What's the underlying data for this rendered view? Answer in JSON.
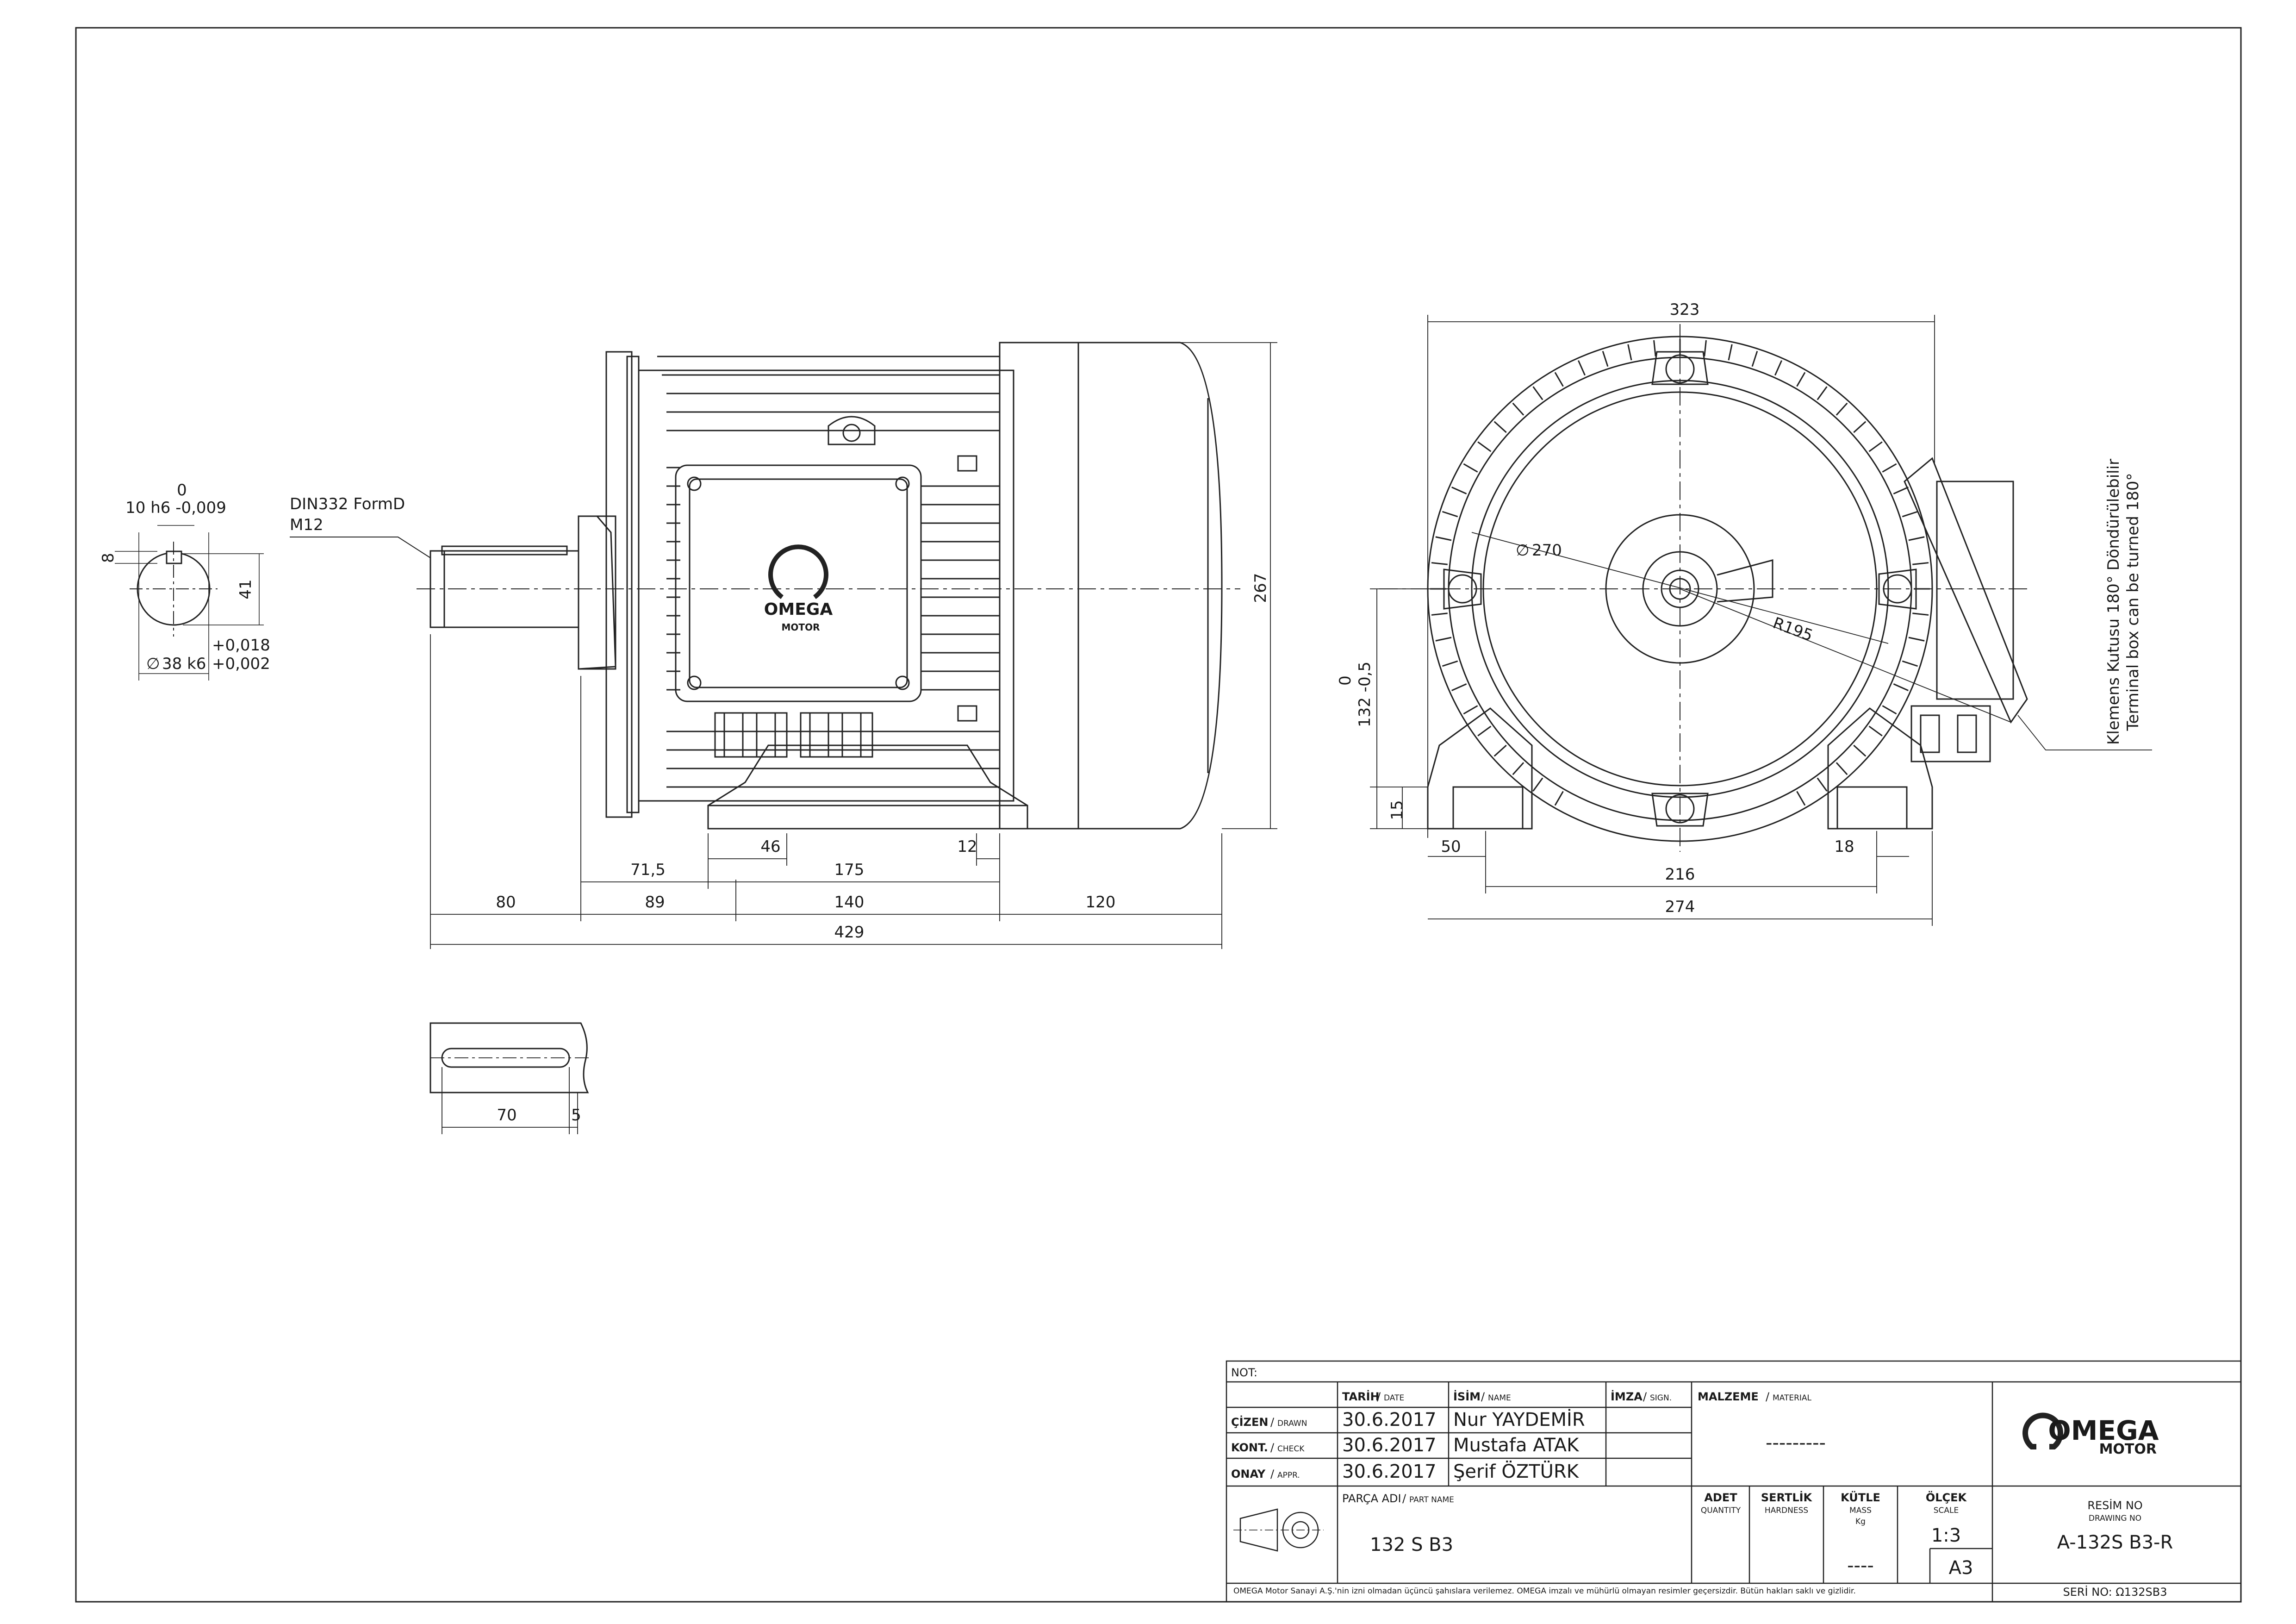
{
  "drawing": {
    "shaft_end": {
      "keyway_tol_top": "0",
      "keyway_tol": "10 h6 -0,009",
      "key_depth": "8",
      "height": "41",
      "dia_tol_upper": "+0,018",
      "dia_tol_lower": "+0,002",
      "diameter": "38 k6"
    },
    "center_hole_note_1": "DIN332 FormD",
    "center_hole_note_2": "M12",
    "side_dims": {
      "height_267": "267",
      "d46": "46",
      "d12": "12",
      "d71_5": "71,5",
      "d175": "175",
      "d80": "80",
      "d89": "89",
      "d140": "140",
      "d120": "120",
      "d429": "429"
    },
    "key_dims": {
      "length": "70",
      "offset": "5"
    },
    "front_dims": {
      "width_323": "323",
      "dia_270": "270",
      "r195": "R195",
      "shaft_height_tol_top": "0",
      "shaft_height": "132 -0,5",
      "foot_15": "15",
      "d50": "50",
      "d18": "18",
      "d216": "216",
      "d274": "274"
    },
    "terminal_note_tr": "Klemens Kutusu 180° Döndürülebilir",
    "terminal_note_en": "Terminal box can be turned 180°",
    "motor_logo": {
      "word": "OMEGA",
      "sub": "MOTOR"
    }
  },
  "title_block": {
    "not_label": "NOT:",
    "headers": {
      "date_tr": "TARİH",
      "date_en": "DATE",
      "name_tr": "İSİM",
      "name_en": "NAME",
      "sign_tr": "İMZA",
      "sign_en": "SIGN.",
      "material_tr": "MALZEME",
      "material_en": "MATERIAL"
    },
    "rows": [
      {
        "role_tr": "ÇİZEN",
        "role_en": "DRAWN",
        "date": "30.6.2017",
        "name": "Nur YAYDEMİR"
      },
      {
        "role_tr": "KONT.",
        "role_en": "CHECK",
        "date": "30.6.2017",
        "name": "Mustafa ATAK"
      },
      {
        "role_tr": "ONAY",
        "role_en": "APPR.",
        "date": "30.6.2017",
        "name": "Şerif ÖZTÜRK"
      }
    ],
    "material_value": "---------",
    "part_name_tr": "PARÇA ADI",
    "part_name_en": "PART NAME",
    "part_name": "132 S B3",
    "qty_tr": "ADET",
    "qty_en": "QUANTITY",
    "hard_tr": "SERTLİK",
    "hard_en": "HARDNESS",
    "mass_tr": "KÜTLE",
    "mass_en": "MASS",
    "mass_unit": "Kg",
    "mass_value": "----",
    "scale_tr": "ÖLÇEK",
    "scale_en": "SCALE",
    "scale_value": "1:3",
    "sheet_size": "A3",
    "drawing_no_tr": "RESİM NO",
    "drawing_no_en": "DRAWING NO",
    "drawing_no": "A-132S B3-R",
    "serial": "SERİ NO: Ω132SB3",
    "copyright": "OMEGA Motor Sanayi A.Ş.'nin izni olmadan üçüncü şahıslara verilemez. OMEGA imzalı ve mühürlü olmayan resimler geçersizdir. Bütün hakları saklı ve gizlidir.",
    "logo": {
      "word": "OMEGA",
      "sub": "MOTOR"
    }
  }
}
